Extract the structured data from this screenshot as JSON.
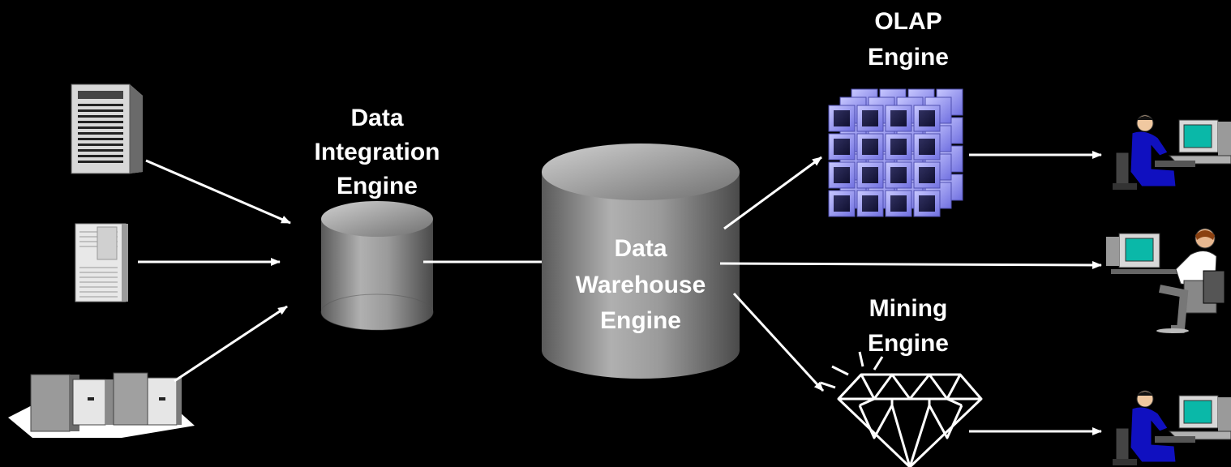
{
  "labels": {
    "integration": [
      "Data",
      "Integration",
      "Engine"
    ],
    "warehouse": [
      "Data",
      "Warehouse",
      "Engine"
    ],
    "olap": [
      "OLAP",
      "Engine"
    ],
    "mining": [
      "Mining",
      "Engine"
    ]
  },
  "colors": {
    "background": "#000000",
    "arrow": "#ffffff",
    "cylinder": "#8a8a8a",
    "olap_cube": "#9a9aff",
    "person_shirt": "#1010c0"
  },
  "icons": {
    "sources": [
      "tower-server-icon",
      "cabinet-server-icon",
      "mainframe-cluster-icon"
    ],
    "users": [
      "analyst-at-terminal-icon",
      "analyst-on-phone-icon",
      "analyst-at-terminal-icon"
    ],
    "olap": "olap-cube-icon",
    "mining": "diamond-icon"
  }
}
